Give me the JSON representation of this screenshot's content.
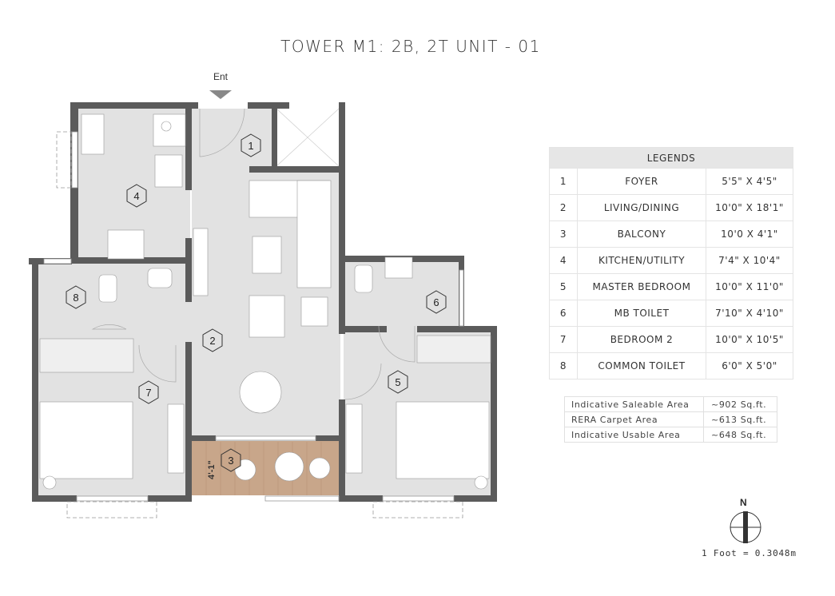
{
  "title": "TOWER M1: 2B, 2T UNIT - 01",
  "entrance_label": "Ent",
  "balcony_dimension": "4'-1\"",
  "legend": {
    "header": "LEGENDS",
    "rows": [
      {
        "no": "1",
        "room": "FOYER",
        "size": "5'5\" X 4'5\""
      },
      {
        "no": "2",
        "room": "LIVING/DINING",
        "size": "10'0\" X 18'1\""
      },
      {
        "no": "3",
        "room": "BALCONY",
        "size": "10'0 X 4'1\""
      },
      {
        "no": "4",
        "room": "KITCHEN/UTILITY",
        "size": "7'4\" X 10'4\""
      },
      {
        "no": "5",
        "room": "MASTER BEDROOM",
        "size": "10'0\" X 11'0\""
      },
      {
        "no": "6",
        "room": "MB TOILET",
        "size": "7'10\" X 4'10\""
      },
      {
        "no": "7",
        "room": "BEDROOM 2",
        "size": "10'0\" X 10'5\""
      },
      {
        "no": "8",
        "room": "COMMON TOILET",
        "size": "6'0\" X 5'0\""
      }
    ]
  },
  "areas": [
    {
      "label": "Indicative Saleable Area",
      "value": "~902 Sq.ft."
    },
    {
      "label": "RERA Carpet Area",
      "value": "~613 Sq.ft."
    },
    {
      "label": "Indicative Usable Area",
      "value": "~648 Sq.ft."
    }
  ],
  "compass": {
    "label": "N"
  },
  "scale_note": "1 Foot = 0.3048m",
  "colors": {
    "wall": "#5b5b5b",
    "floor": "#e2e2e2",
    "balcony": "#c8a68a",
    "header": "#e6e6e6"
  }
}
